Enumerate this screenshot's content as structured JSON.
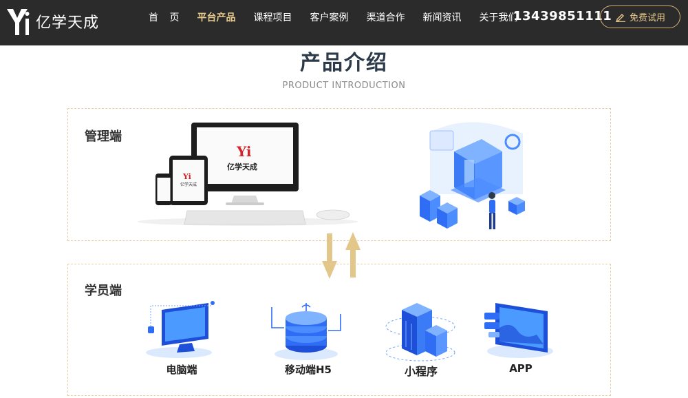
{
  "header": {
    "logo_text": "亿学天成",
    "nav": [
      {
        "label": "首 页",
        "active": false
      },
      {
        "label": "平台产品",
        "active": true
      },
      {
        "label": "课程项目",
        "active": false
      },
      {
        "label": "客户案例",
        "active": false
      },
      {
        "label": "渠道合作",
        "active": false
      },
      {
        "label": "新闻资讯",
        "active": false
      },
      {
        "label": "关于我们",
        "active": false
      }
    ],
    "phone": "13439851111",
    "trial_label": "免费试用"
  },
  "section": {
    "title": "产品介绍",
    "subtitle": "PRODUCT INTRODUCTION"
  },
  "admin": {
    "label": "管理端",
    "device_brand": "亿学天成",
    "device_brand_small": "亿学天成"
  },
  "student": {
    "label": "学员端",
    "clients": [
      {
        "label": "电脑端",
        "icon": "desktop-monitor-icon"
      },
      {
        "label": "移动端H5",
        "icon": "database-stack-icon"
      },
      {
        "label": "小程序",
        "icon": "buildings-icon"
      },
      {
        "label": "APP",
        "icon": "app-screens-icon"
      }
    ]
  },
  "colors": {
    "header_bg": "#2b2b2b",
    "accent_gold": "#e8c98c",
    "border_dashed": "#e5cfa4",
    "arrow": "#e3c68a",
    "title": "#2d3a4a",
    "illus_blue": "#2f6df5"
  }
}
